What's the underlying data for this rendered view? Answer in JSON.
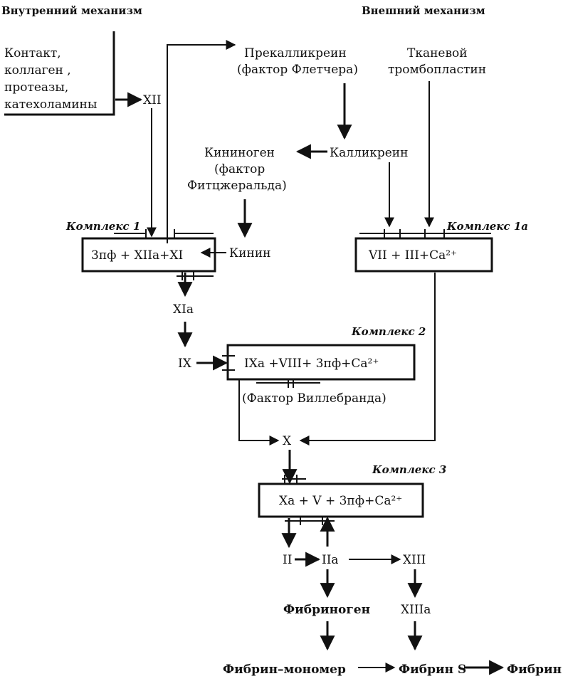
{
  "headers": {
    "intrinsic": "Внутренний механизм",
    "extrinsic": "Внешний механизм"
  },
  "nodes": {
    "contact_lines": [
      "Контакт,",
      "коллаген ,",
      "протеазы,",
      "катехоламины"
    ],
    "xii": "XII",
    "prekallikrein_lines": [
      "Прекалликреин",
      "(фактор Флетчера)"
    ],
    "thromboplastin_lines": [
      "Тканевой",
      "тромбопластин"
    ],
    "kininogen_lines": [
      "Кининоген",
      "(фактор",
      "Фитцжеральда)"
    ],
    "kallikrein": "Калликреин",
    "complex1_label": "Комплекс 1",
    "complex1": "3пф + XIIa+XI",
    "kinin": "Кинин",
    "complex1a_label": "Комплекс 1а",
    "complex1a": "VII + III+Ca²⁺",
    "xia": "XIa",
    "complex2_label": "Комплекс 2",
    "ix": "IX",
    "complex2": "IXa +VIII+ 3пф+Ca²⁺",
    "willebrand": "(Фактор Виллебранда)",
    "x": "X",
    "complex3_label": "Комплекс 3",
    "complex3": "Xa + V + 3пф+Ca²⁺",
    "ii": "II",
    "iia": "IIa",
    "xiii": "XIII",
    "fibrinogen": "Фибриноген",
    "xiiia": "XIIIa",
    "fibrin_monomer": "Фибрин–мономер",
    "fibrin_s": "Фибрин S",
    "fibrin": "Фибрин"
  }
}
